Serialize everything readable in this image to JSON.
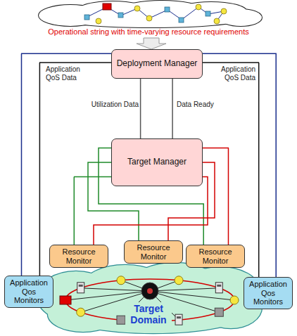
{
  "diagram": {
    "nodes": [
      {
        "text": [
          "Deployment Manager"
        ]
      },
      {
        "text": [
          "Target Manager"
        ]
      },
      {
        "text": [
          "Resource Monitor"
        ]
      },
      {
        "text": [
          "Resource Monitor"
        ]
      },
      {
        "text": [
          "Resource Monitor"
        ]
      },
      {
        "text": [
          "Application Qos Monitors"
        ]
      },
      {
        "text": [
          "Target Domain"
        ]
      },
      {
        "text": [
          "Application Qos Monitors"
        ]
      }
    ],
    "edges": [
      {
        "from": 0,
        "to": 1,
        "arrow": "none",
        "label": "Utilization Data"
      },
      {
        "from": 0,
        "to": 1,
        "arrow": "none",
        "label": "Data Ready"
      },
      {
        "from": 1,
        "to": 2,
        "arrow": "none"
      },
      {
        "from": 1,
        "to": 3,
        "arrow": "none"
      },
      {
        "from": 1,
        "to": 4,
        "arrow": "none"
      },
      {
        "from": 1,
        "to": 4,
        "arrow": "none"
      },
      {
        "from": 1,
        "to": 3,
        "arrow": "none"
      },
      {
        "from": 1,
        "to": 2,
        "arrow": "none"
      },
      {
        "from": 0,
        "to": 5,
        "arrow": "none",
        "label": "Application QoS Data"
      },
      {
        "from": 0,
        "to": 5,
        "arrow": "none"
      },
      {
        "from": 0,
        "to": 7,
        "arrow": "none",
        "label": "Application QoS Data"
      },
      {
        "from": 0,
        "to": 7,
        "arrow": "none"
      }
    ],
    "labels": [
      "Operational string with time-varying resource requirements"
    ]
  }
}
